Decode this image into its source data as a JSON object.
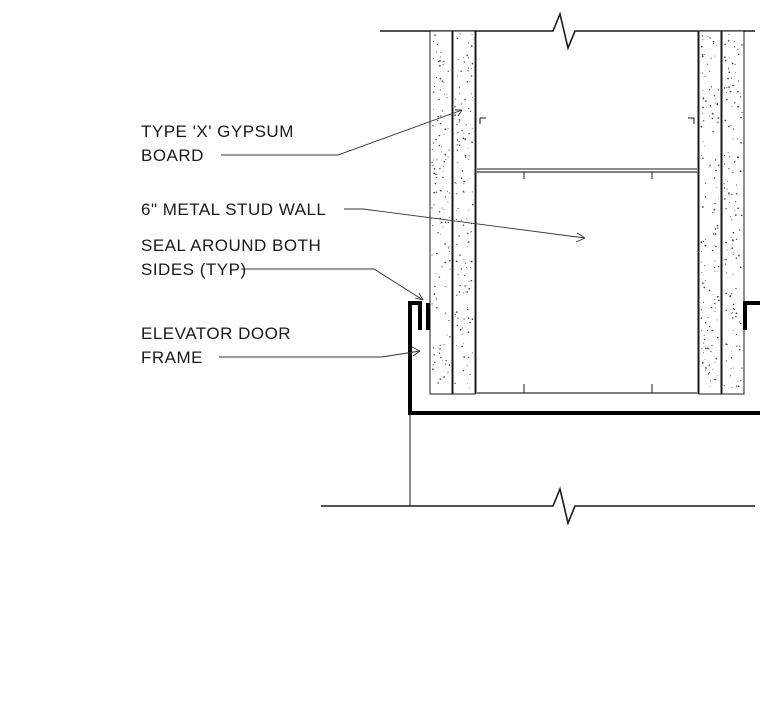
{
  "callouts": [
    {
      "id": "gypsum",
      "lines": [
        "TYPE 'X' GYPSUM",
        "BOARD"
      ]
    },
    {
      "id": "stud_wall",
      "lines": [
        "6\" METAL STUD WALL"
      ]
    },
    {
      "id": "seal",
      "lines": [
        "SEAL AROUND BOTH",
        "SIDES (TYP)"
      ]
    },
    {
      "id": "door_frame",
      "lines": [
        "ELEVATOR DOOR",
        "FRAME"
      ]
    }
  ],
  "colors": {
    "line": "#1a1a1a",
    "background": "#ffffff"
  }
}
